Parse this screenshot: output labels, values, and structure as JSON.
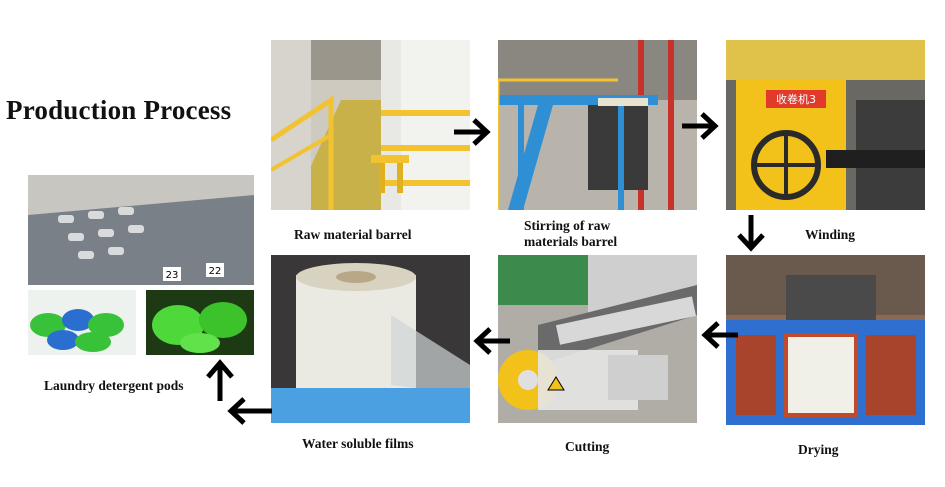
{
  "title": "Production Process",
  "steps": [
    {
      "id": "raw-material-barrel",
      "label": "Raw material barrel"
    },
    {
      "id": "stirring",
      "label_line1": "Stirring of raw",
      "label_line2": "materials barrel"
    },
    {
      "id": "winding",
      "label": "Winding",
      "sign_text": "收卷机3"
    },
    {
      "id": "drying",
      "label": "Drying"
    },
    {
      "id": "cutting",
      "label": "Cutting"
    },
    {
      "id": "water-soluble-films",
      "label": "Water soluble films"
    },
    {
      "id": "laundry-detergent-pods",
      "label": "Laundry detergent pods",
      "tray_numbers": [
        "23",
        "22"
      ]
    }
  ],
  "colors": {
    "railing": "#f2c230",
    "stair_blue": "#2f8fd4",
    "machine_yellow": "#f2c21a",
    "frame_blue": "#2f6fd0",
    "film_blue": "#4aa0e0",
    "pod_green": "#38c23a",
    "arrow": "#000000"
  },
  "icons": [
    "arrow-right-icon",
    "arrow-down-icon",
    "arrow-left-icon",
    "arrow-up-icon"
  ]
}
